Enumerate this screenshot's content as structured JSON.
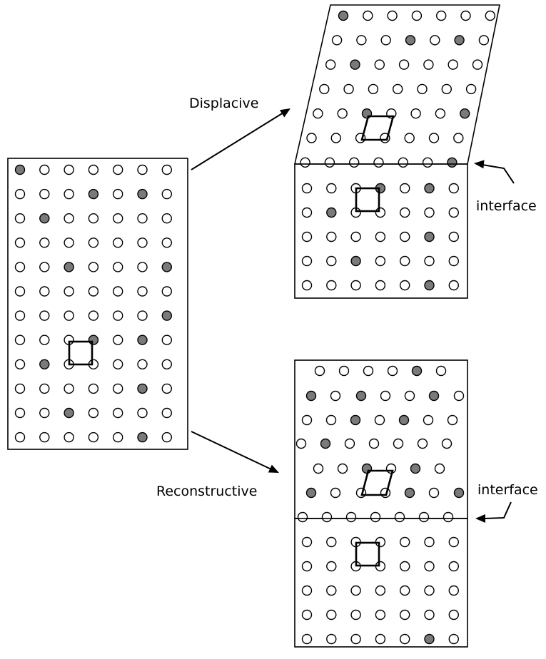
{
  "labels": {
    "displacive": "Displacive",
    "reconstructive": "Reconstructive",
    "interface_top": "interface",
    "interface_bottom": "interface"
  },
  "colors": {
    "line": "#000000",
    "open_atom": "#ffffff",
    "solute_atom": "#7a7a7a"
  },
  "panels": {
    "parent": {
      "rows": 12,
      "cols": 7,
      "shaded": [
        [
          0,
          0
        ],
        [
          1,
          3
        ],
        [
          1,
          5
        ],
        [
          2,
          1
        ],
        [
          4,
          2
        ],
        [
          4,
          6
        ],
        [
          6,
          6
        ],
        [
          7,
          3
        ],
        [
          7,
          5
        ],
        [
          8,
          1
        ],
        [
          9,
          5
        ],
        [
          10,
          2
        ],
        [
          11,
          5
        ]
      ]
    },
    "displacive_product": {
      "rows": 7,
      "cols": 7,
      "shaded": [
        [
          0,
          0
        ],
        [
          1,
          3
        ],
        [
          1,
          5
        ],
        [
          2,
          1
        ],
        [
          4,
          2
        ],
        [
          4,
          6
        ],
        [
          6,
          6
        ]
      ]
    },
    "displacive_parent": {
      "rows": 5,
      "cols": 7,
      "shaded": [
        [
          0,
          3
        ],
        [
          0,
          5
        ],
        [
          1,
          1
        ],
        [
          2,
          5
        ],
        [
          3,
          2
        ],
        [
          4,
          5
        ]
      ]
    },
    "reconstructive_product": {
      "rows": 7,
      "shaded": [
        [
          0,
          4
        ],
        [
          1,
          0
        ],
        [
          1,
          2
        ],
        [
          1,
          5
        ],
        [
          2,
          2
        ],
        [
          2,
          4
        ],
        [
          3,
          1
        ],
        [
          4,
          2
        ],
        [
          4,
          4
        ],
        [
          5,
          0
        ],
        [
          5,
          4
        ],
        [
          5,
          6
        ]
      ]
    },
    "reconstructive_parent": {
      "rows": 5,
      "cols": 7,
      "shaded": [
        [
          4,
          5
        ]
      ]
    }
  }
}
